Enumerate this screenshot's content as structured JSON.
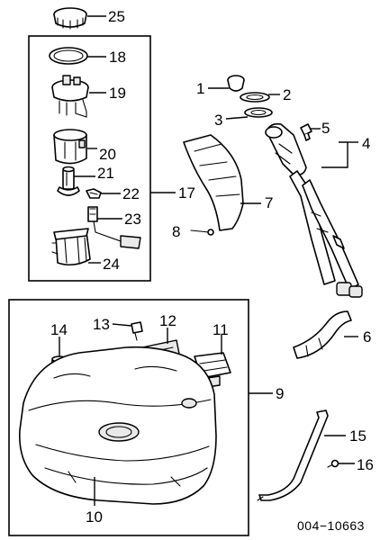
{
  "callouts": {
    "c1": "1",
    "c2": "2",
    "c3": "3",
    "c4": "4",
    "c5": "5",
    "c6": "6",
    "c7": "7",
    "c8": "8",
    "c9": "9",
    "c10": "10",
    "c11": "11",
    "c12": "12",
    "c13": "13",
    "c14": "14",
    "c15": "15",
    "c16": "16",
    "c17": "17",
    "c18": "18",
    "c19": "19",
    "c20": "20",
    "c21": "21",
    "c22": "22",
    "c23": "23",
    "c24": "24",
    "c25": "25"
  },
  "reference_code": "004−10663"
}
